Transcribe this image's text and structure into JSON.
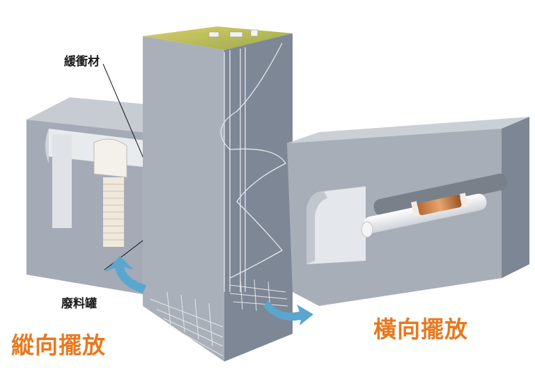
{
  "labels": {
    "buffer": "緩衝材",
    "canister": "廢料罐",
    "vertical": "縱向擺放",
    "horizontal": "橫向擺放"
  },
  "colors": {
    "accent": "#e8781e",
    "rock": "#8f98a6",
    "arrow": "#5aa6cf"
  }
}
